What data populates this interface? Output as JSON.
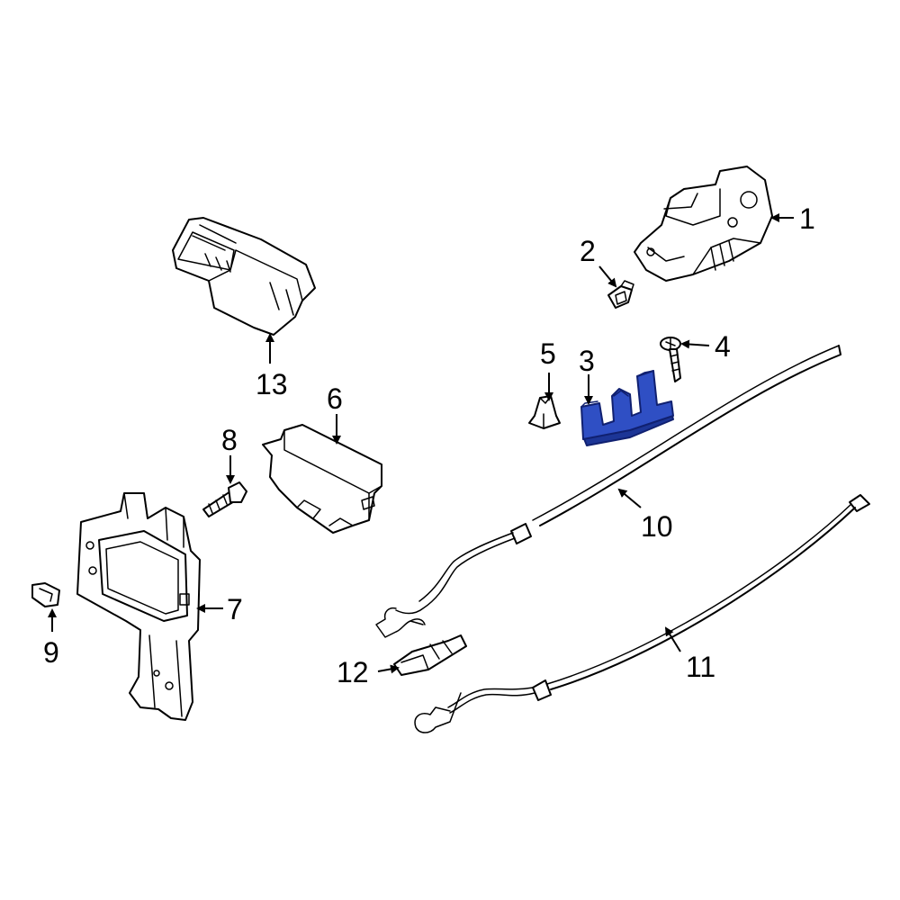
{
  "diagram": {
    "highlight_color": "#2f4fc4",
    "highlighted_part": "3",
    "callouts": [
      {
        "id": "c1",
        "label": "1"
      },
      {
        "id": "c2",
        "label": "2"
      },
      {
        "id": "c3",
        "label": "3"
      },
      {
        "id": "c4",
        "label": "4"
      },
      {
        "id": "c5",
        "label": "5"
      },
      {
        "id": "c6",
        "label": "6"
      },
      {
        "id": "c7",
        "label": "7"
      },
      {
        "id": "c8",
        "label": "8"
      },
      {
        "id": "c9",
        "label": "9"
      },
      {
        "id": "c10",
        "label": "10"
      },
      {
        "id": "c11",
        "label": "11"
      },
      {
        "id": "c12",
        "label": "12"
      },
      {
        "id": "c13",
        "label": "13"
      }
    ]
  }
}
